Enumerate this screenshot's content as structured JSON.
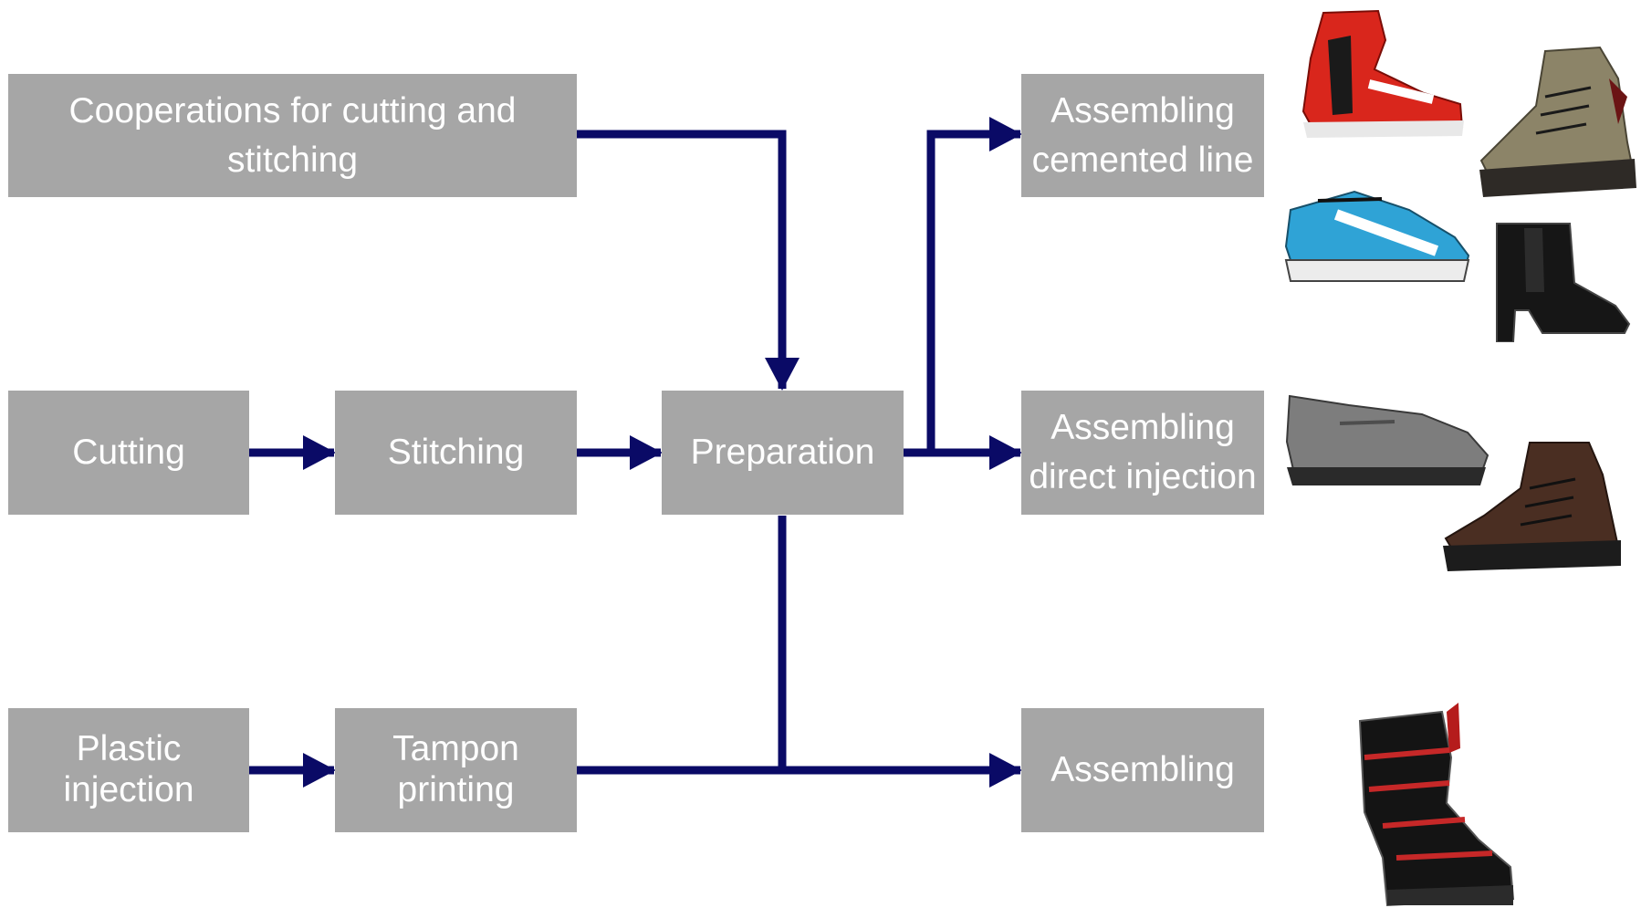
{
  "diagram": {
    "nodes": {
      "cooperations": "Cooperations for cutting and\nstitching",
      "cutting": "Cutting",
      "stitching": "Stitching",
      "preparation": "Preparation",
      "plastic_injection": "Plastic\ninjection",
      "tampon_printing": "Tampon\nprinting",
      "assembling_cemented": "Assembling\ncemented line",
      "assembling_direct": "Assembling\ndirect injection",
      "assembling": "Assembling"
    },
    "edges": [
      {
        "from": "cooperations",
        "to": "preparation"
      },
      {
        "from": "cutting",
        "to": "stitching"
      },
      {
        "from": "stitching",
        "to": "preparation"
      },
      {
        "from": "preparation",
        "to": "assembling_cemented"
      },
      {
        "from": "preparation",
        "to": "assembling_direct"
      },
      {
        "from": "preparation",
        "to": "assembling"
      },
      {
        "from": "plastic_injection",
        "to": "tampon_printing"
      },
      {
        "from": "tampon_printing",
        "to": "assembling"
      }
    ],
    "colors": {
      "box": "#a6a6a6",
      "box_text": "#ffffff",
      "arrow": "#0a0a66"
    },
    "images": {
      "cemented": [
        "red alpina nordic ski boot",
        "olive hiking boot",
        "blue alpina sport shoe",
        "black heeled ankle boot"
      ],
      "direct": [
        "grey slip-on shoe",
        "brown hiking boot"
      ],
      "assembling": [
        "black and red alpina ski boot"
      ]
    }
  }
}
